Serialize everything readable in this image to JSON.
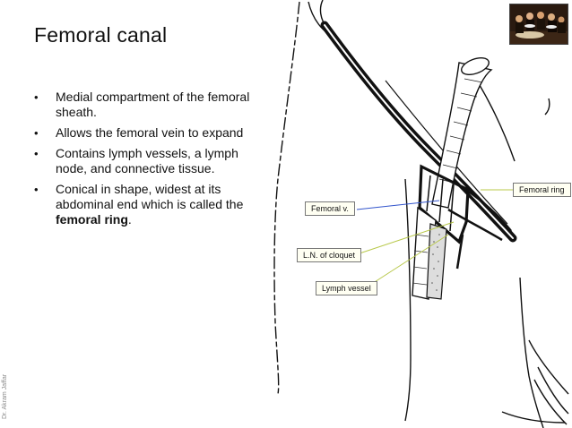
{
  "slide": {
    "title": "Femoral canal",
    "bullets": [
      {
        "text": "Medial compartment of the femoral sheath."
      },
      {
        "text": "Allows the femoral vein to expand"
      },
      {
        "text": "Contains lymph vessels, a lymph node, and connective tissue."
      },
      {
        "text": "Conical in shape, widest at its abdominal end which is called the ",
        "bold": "femoral ring",
        "tail": "."
      }
    ],
    "credit": "Dr. Akram Jaffar"
  },
  "diagram": {
    "labels": {
      "femoral_v": "Femoral v.",
      "femoral_ring": "Femoral ring",
      "ln_cloquet": "L.N. of cloquet",
      "lymph_vessel": "Lymph vessel"
    },
    "colors": {
      "line_blue": "#3355cc",
      "line_green": "#b8c84a",
      "label_border": "#777777",
      "label_bg": "#fffff2"
    }
  },
  "icons": {
    "photo": "anatomy-lesson-painting-thumbnail"
  }
}
